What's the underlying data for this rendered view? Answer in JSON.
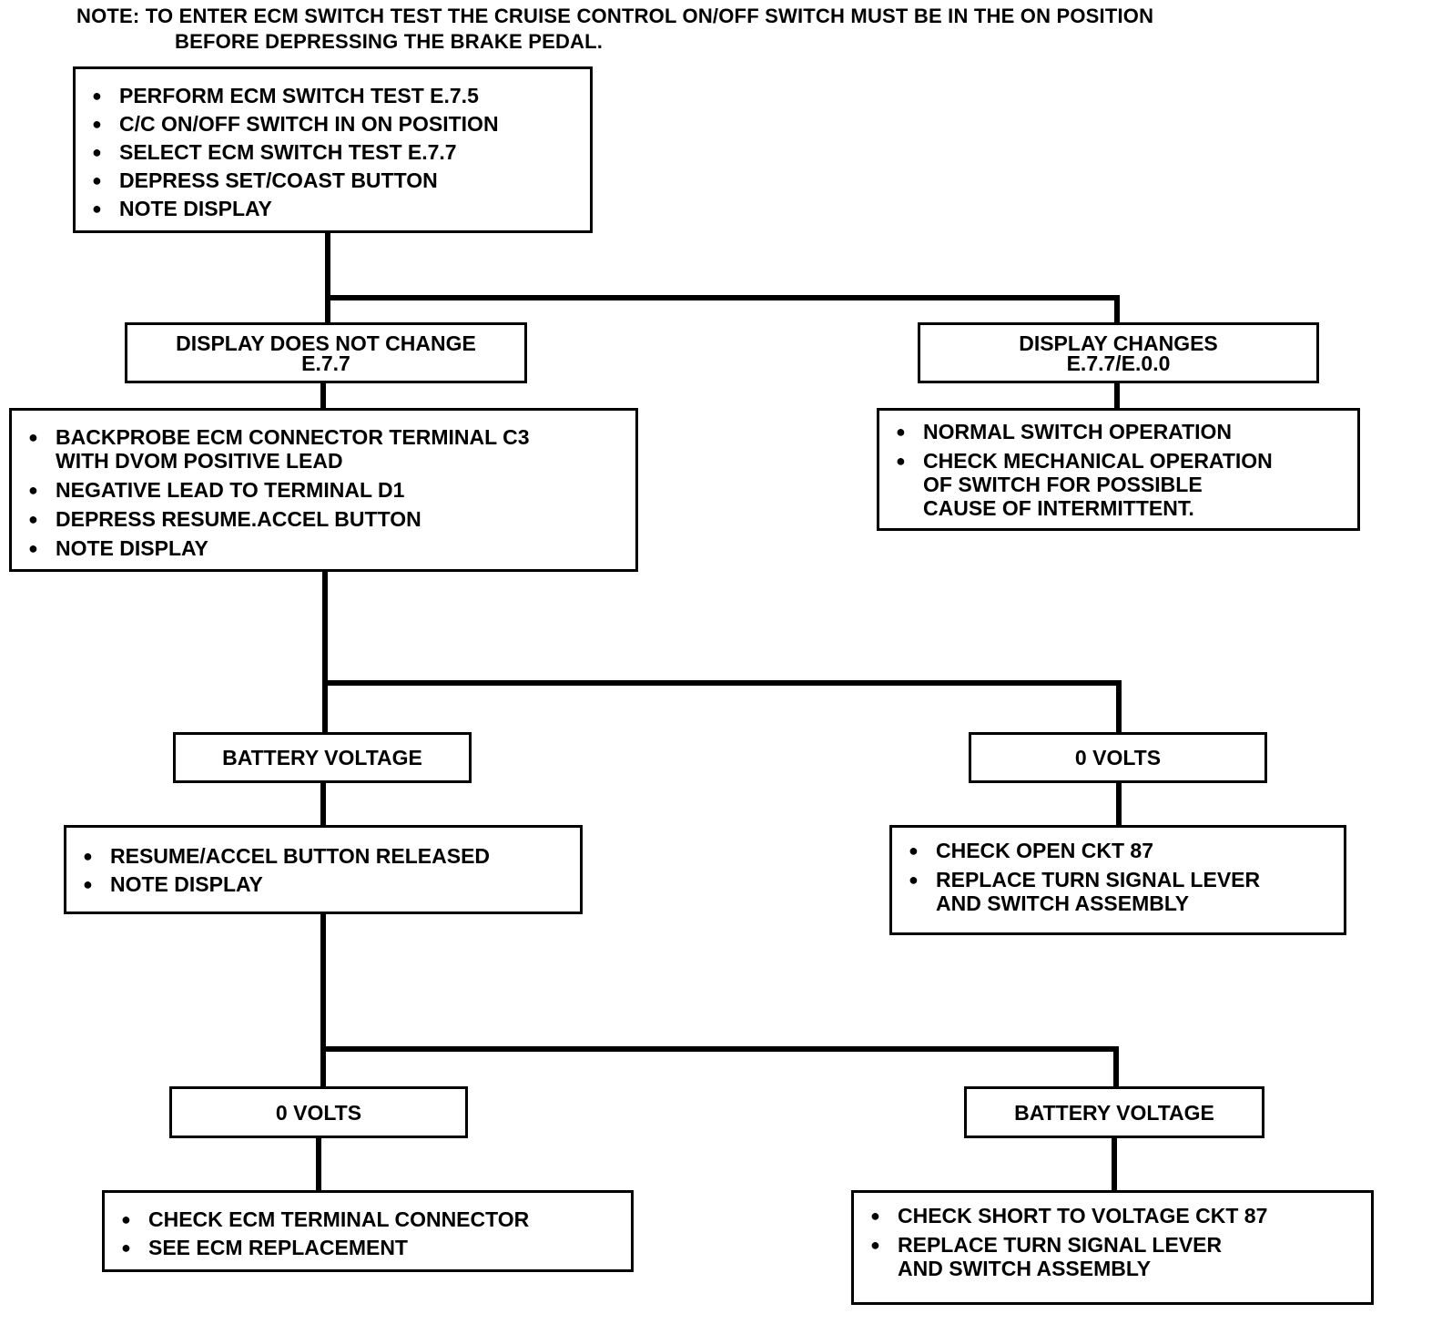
{
  "note": {
    "line1": "NOTE: TO ENTER ECM SWITCH TEST THE CRUISE CONTROL ON/OFF SWITCH MUST BE IN THE ON POSITION",
    "line2": "BEFORE DEPRESSING THE BRAKE PEDAL."
  },
  "start_box": {
    "items": [
      "PERFORM ECM SWITCH TEST E.7.5",
      "C/C ON/OFF SWITCH IN ON POSITION",
      "SELECT ECM SWITCH TEST E.7.7",
      "DEPRESS SET/COAST BUTTON",
      "NOTE DISPLAY"
    ]
  },
  "display_no_change": {
    "line1": "DISPLAY DOES NOT CHANGE",
    "line2": "E.7.7"
  },
  "display_changes": {
    "line1": "DISPLAY CHANGES",
    "line2": "E.7.7/E.0.0"
  },
  "backprobe_box": {
    "items": [
      "BACKPROBE ECM CONNECTOR TERMINAL C3\nWITH DVOM POSITIVE LEAD",
      "NEGATIVE LEAD TO TERMINAL D1",
      "DEPRESS RESUME.ACCEL BUTTON",
      "NOTE DISPLAY"
    ]
  },
  "normal_box": {
    "items": [
      "NORMAL SWITCH OPERATION",
      "CHECK MECHANICAL OPERATION\nOF SWITCH  FOR POSSIBLE\nCAUSE OF INTERMITTENT."
    ]
  },
  "battery_voltage_1": "BATTERY VOLTAGE",
  "zero_volts_1": "0 VOLTS",
  "released_box": {
    "items": [
      "RESUME/ACCEL BUTTON RELEASED",
      "NOTE DISPLAY"
    ]
  },
  "open_ckt_box": {
    "items": [
      "CHECK OPEN CKT 87",
      "REPLACE TURN SIGNAL LEVER\nAND SWITCH ASSEMBLY"
    ]
  },
  "zero_volts_2": "0 VOLTS",
  "battery_voltage_2": "BATTERY VOLTAGE",
  "ecm_box": {
    "items": [
      "CHECK ECM TERMINAL CONNECTOR",
      "SEE ECM REPLACEMENT"
    ]
  },
  "short_box": {
    "items": [
      "CHECK SHORT TO VOLTAGE CKT 87",
      "REPLACE TURN SIGNAL LEVER\nAND SWITCH ASSEMBLY"
    ]
  }
}
